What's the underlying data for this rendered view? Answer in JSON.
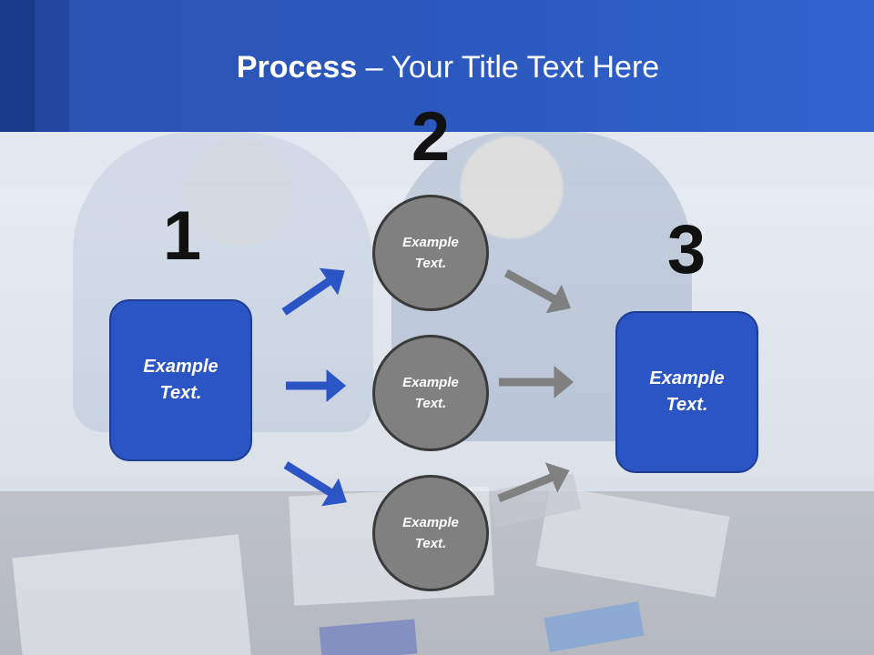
{
  "slide": {
    "title_bold": "Process",
    "title_rest": " – Your Title Text Here"
  },
  "steps": {
    "one": "1",
    "two": "2",
    "three": "3"
  },
  "left_box": {
    "text": "Example Text."
  },
  "right_box": {
    "text": "Example Text."
  },
  "circles": [
    {
      "text": "Example Text."
    },
    {
      "text": "Example Text."
    },
    {
      "text": "Example Text."
    }
  ],
  "colors": {
    "header": "#2c5ac0",
    "box_fill": "#2b55c4",
    "circle_fill": "#808080",
    "blue_arrow": "#2b55c4",
    "gray_arrow": "#808080"
  }
}
